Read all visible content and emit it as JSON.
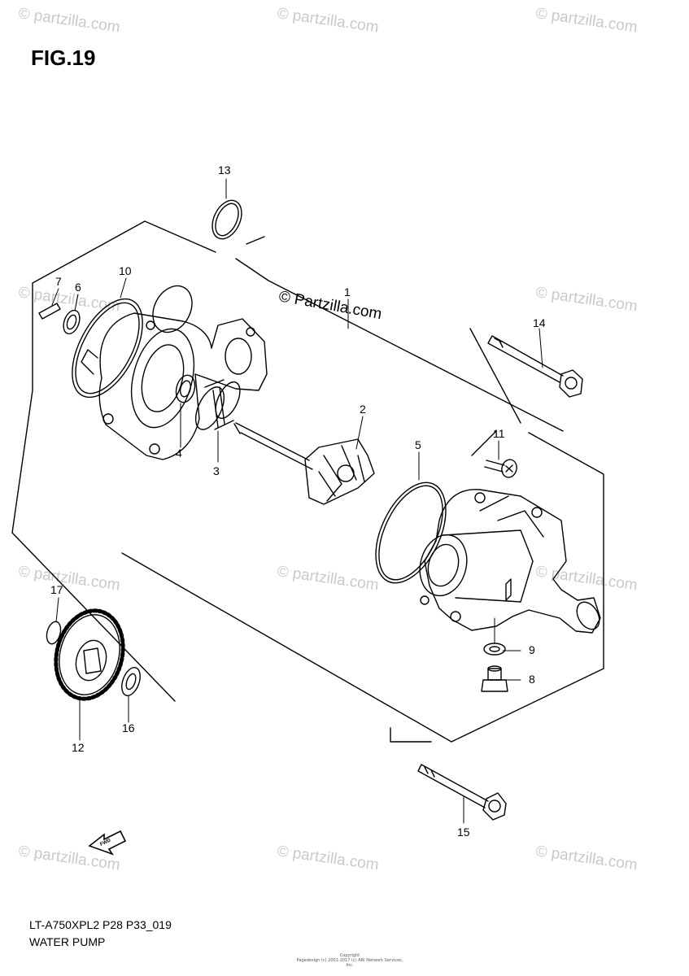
{
  "figure": {
    "title": "FIG.19"
  },
  "footer": {
    "code": "LT-A750XPL2 P28 P33_019",
    "name": "WATER PUMP",
    "copyright_1": "Copyright",
    "copyright_2": "Pagedesign (c) 2001-2017 (c) ARI Network Services, Inc."
  },
  "watermark": {
    "text": "© partzilla.com"
  },
  "center_mark": {
    "text": "© Partzilla.com"
  },
  "fwd_arrow": {
    "label": "FWD"
  },
  "callouts": [
    "1",
    "2",
    "3",
    "4",
    "5",
    "6",
    "7",
    "8",
    "9",
    "10",
    "11",
    "12",
    "13",
    "14",
    "15",
    "16",
    "17"
  ],
  "colors": {
    "line": "#000000",
    "watermark": "#c9c9c9"
  }
}
